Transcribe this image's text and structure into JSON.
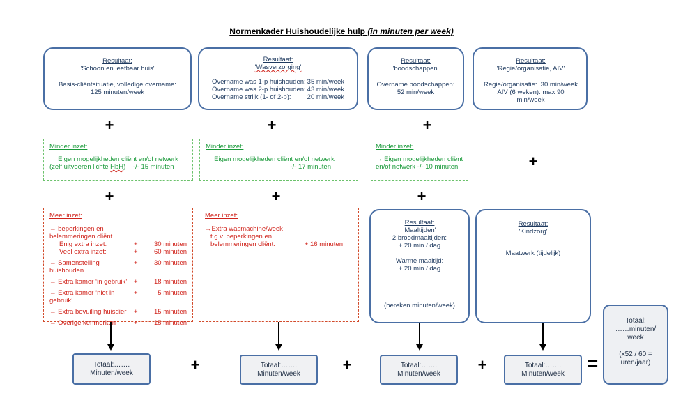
{
  "title": {
    "main": "Normenkader Huishoudelijke hulp ",
    "italic": "(in minuten per week)"
  },
  "results": [
    {
      "heading": "Resultaat:",
      "name": "'Schoon en leefbaar huis'",
      "lines": [
        "Basis-cliëntsituatie, volledige overname:",
        "125 minuten/week"
      ]
    },
    {
      "heading": "Resultaat:",
      "name": "'Wasverzorging'",
      "rows": [
        [
          "Overname was 1-p huishouden:",
          "35 min/week"
        ],
        [
          "Overname was 2-p huishouden:",
          "43 min/week"
        ],
        [
          "Overname strijk (1- of 2-p):",
          "20 min/week"
        ]
      ]
    },
    {
      "heading": "Resultaat:",
      "name": "'boodschappen'",
      "lines": [
        "Overname boodschappen:",
        "52 min/week"
      ]
    },
    {
      "heading": "Resultaat:",
      "name": "'Regie/organisatie, AIV'",
      "rows": [
        [
          "Regie/organisatie:",
          "30 min/week"
        ],
        [
          "AIV (6 weken): max 90 min/week",
          ""
        ]
      ]
    }
  ],
  "minder": [
    {
      "heading": "Minder inzet:",
      "line1": "→ Eigen mogelijkheden cliënt en/of netwerk",
      "line2a": "(zelf uitvoeren lichte ",
      "line2b": "HbH",
      "line2c": ")",
      "line2d": "-/- 15 minuten"
    },
    {
      "heading": "Minder inzet:",
      "line1": "→ Eigen mogelijkheden cliënt en/of netwerk",
      "line2d": "-/- 17 minuten"
    },
    {
      "heading": "Minder inzet:",
      "line1": "→ Eigen mogelijkheden cliënt",
      "line2": "en/of netwerk -/- 10 minuten"
    }
  ],
  "meer1": {
    "heading": "Meer inzet:",
    "items": [
      {
        "label": "→ beperkingen en belemmeringen cliënt",
        "op": "",
        "val": ""
      },
      {
        "label": "Enig extra inzet:",
        "op": "+",
        "val": "30 minuten",
        "indent": true
      },
      {
        "label": "Veel extra inzet:",
        "op": "+",
        "val": "60 minuten",
        "indent": true
      },
      {
        "label": "→ Samenstelling huishouden",
        "op": "+",
        "val": "30 minuten"
      },
      {
        "label": "→ Extra kamer ‘in gebruik’",
        "op": "+",
        "val": "18 minuten"
      },
      {
        "label": "→ Extra kamer ‘niet in gebruik’",
        "op": "+",
        "val": "5 minuten"
      },
      {
        "label": "→ Extra bevuiling huisdier",
        "op": "+",
        "val": "15 minuten"
      },
      {
        "label": "→ Overige kenmerken",
        "op": "+",
        "val": "15 minuten"
      }
    ]
  },
  "meer2": {
    "heading": "Meer inzet:",
    "l1": "→Extra wasmachine/week",
    "l2": "t.g.v. beperkingen en",
    "l3": "belemmeringen cliënt:",
    "val": "+ 16 minuten"
  },
  "maaltijden": {
    "heading": "Resultaat:",
    "name": "'Maaltijden'",
    "l1": "2 broodmaaltijden:",
    "l2": "+ 20 min / dag",
    "l3": "Warme maaltijd:",
    "l4": "+ 20 min / dag",
    "l5": "(bereken minuten/week)"
  },
  "kindzorg": {
    "heading": "Resultaat:",
    "name": "'Kindzorg'",
    "l1": "Maatwerk (tijdelijk)"
  },
  "plus": "+",
  "equals": "=",
  "totals": {
    "l1": "Totaal:…….",
    "l2": "Minuten/week"
  },
  "grand": {
    "l1": "Totaal:",
    "l2": "……minuten/",
    "l3": "week",
    "l4": "(x52 / 60 =",
    "l5": "uren/jaar)"
  }
}
